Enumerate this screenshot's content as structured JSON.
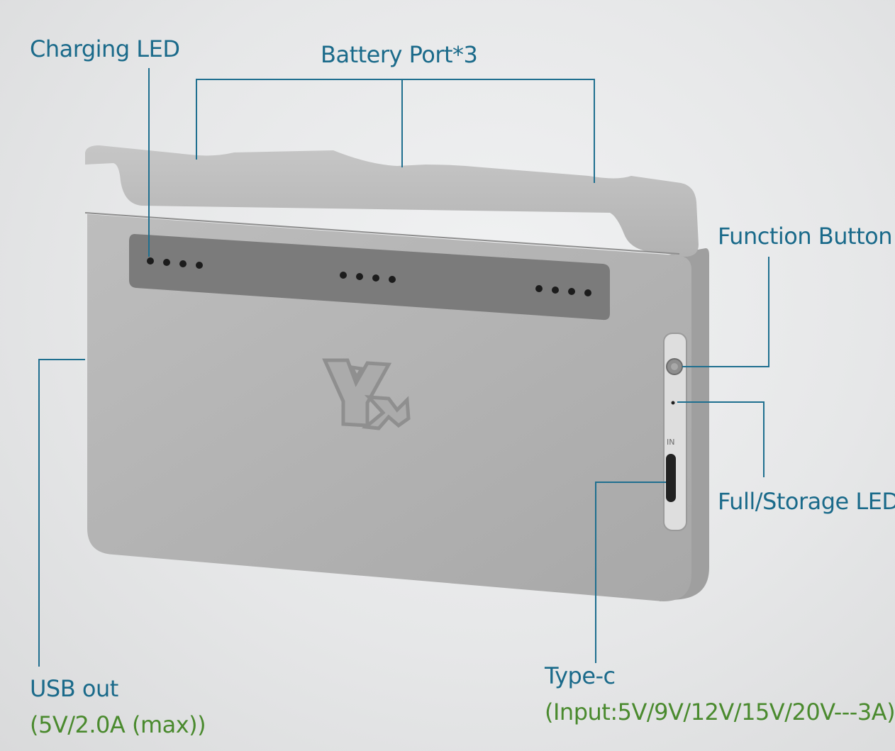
{
  "callouts": {
    "charging_led": "Charging LED",
    "battery_port": "Battery Port*3",
    "function_button": "Function Button",
    "full_storage_led": "Full/Storage LED",
    "usb_out": "USB out",
    "usb_out_spec": "(5V/2.0A (max))",
    "type_c": "Type-c",
    "type_c_spec": "(Input:5V/9V/12V/15V/20V---3A)"
  },
  "device": {
    "logo_icon": "yx-logo-icon",
    "port_label": "IN"
  },
  "colors": {
    "callout_text": "#1a6a8a",
    "spec_text": "#4a8a2e",
    "leader_line": "#1f6f8f",
    "body": "#b3b3b3"
  }
}
